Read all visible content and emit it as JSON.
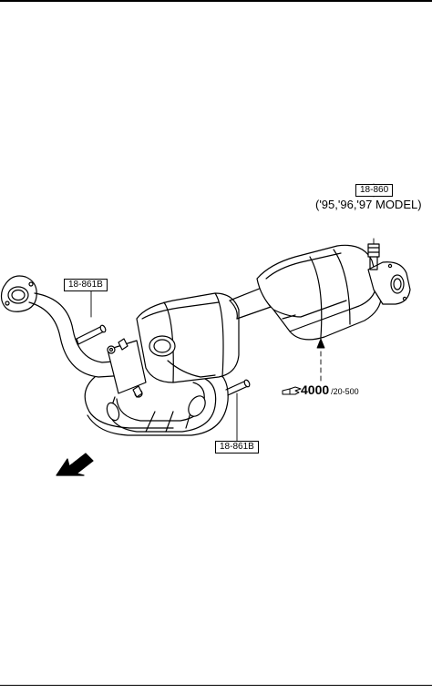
{
  "labels": {
    "part_18_860": "18-860",
    "model_years": "('95,'96,'97 MODEL)",
    "part_18_861b_upper": "18-861B",
    "part_18_861b_lower": "18-861B",
    "ref_number": "4000",
    "ref_page": "/20-500",
    "direction": "FWD"
  },
  "icons": {
    "reference": "hand-pointer-icon",
    "direction": "fwd-arrow-icon"
  },
  "colors": {
    "ink": "#000000",
    "paper": "#ffffff"
  }
}
